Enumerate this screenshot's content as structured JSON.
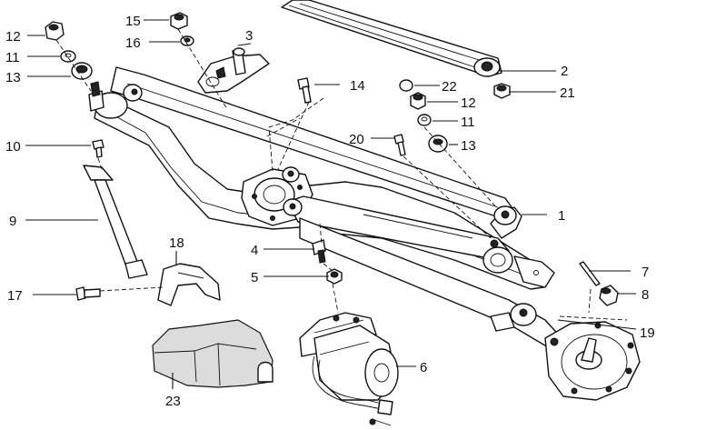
{
  "diagram": {
    "labels": {
      "p1": "1",
      "p2": "2",
      "p3": "3",
      "p4": "4",
      "p5": "5",
      "p6": "6",
      "p7": "7",
      "p8": "8",
      "p9": "9",
      "p10": "10",
      "p11a": "11",
      "p11b": "11",
      "p12a": "12",
      "p12b": "12",
      "p13a": "13",
      "p13b": "13",
      "p14": "14",
      "p15": "15",
      "p16": "16",
      "p17": "17",
      "p18": "18",
      "p19": "19",
      "p20": "20",
      "p21": "21",
      "p22": "22",
      "p23": "23"
    }
  }
}
